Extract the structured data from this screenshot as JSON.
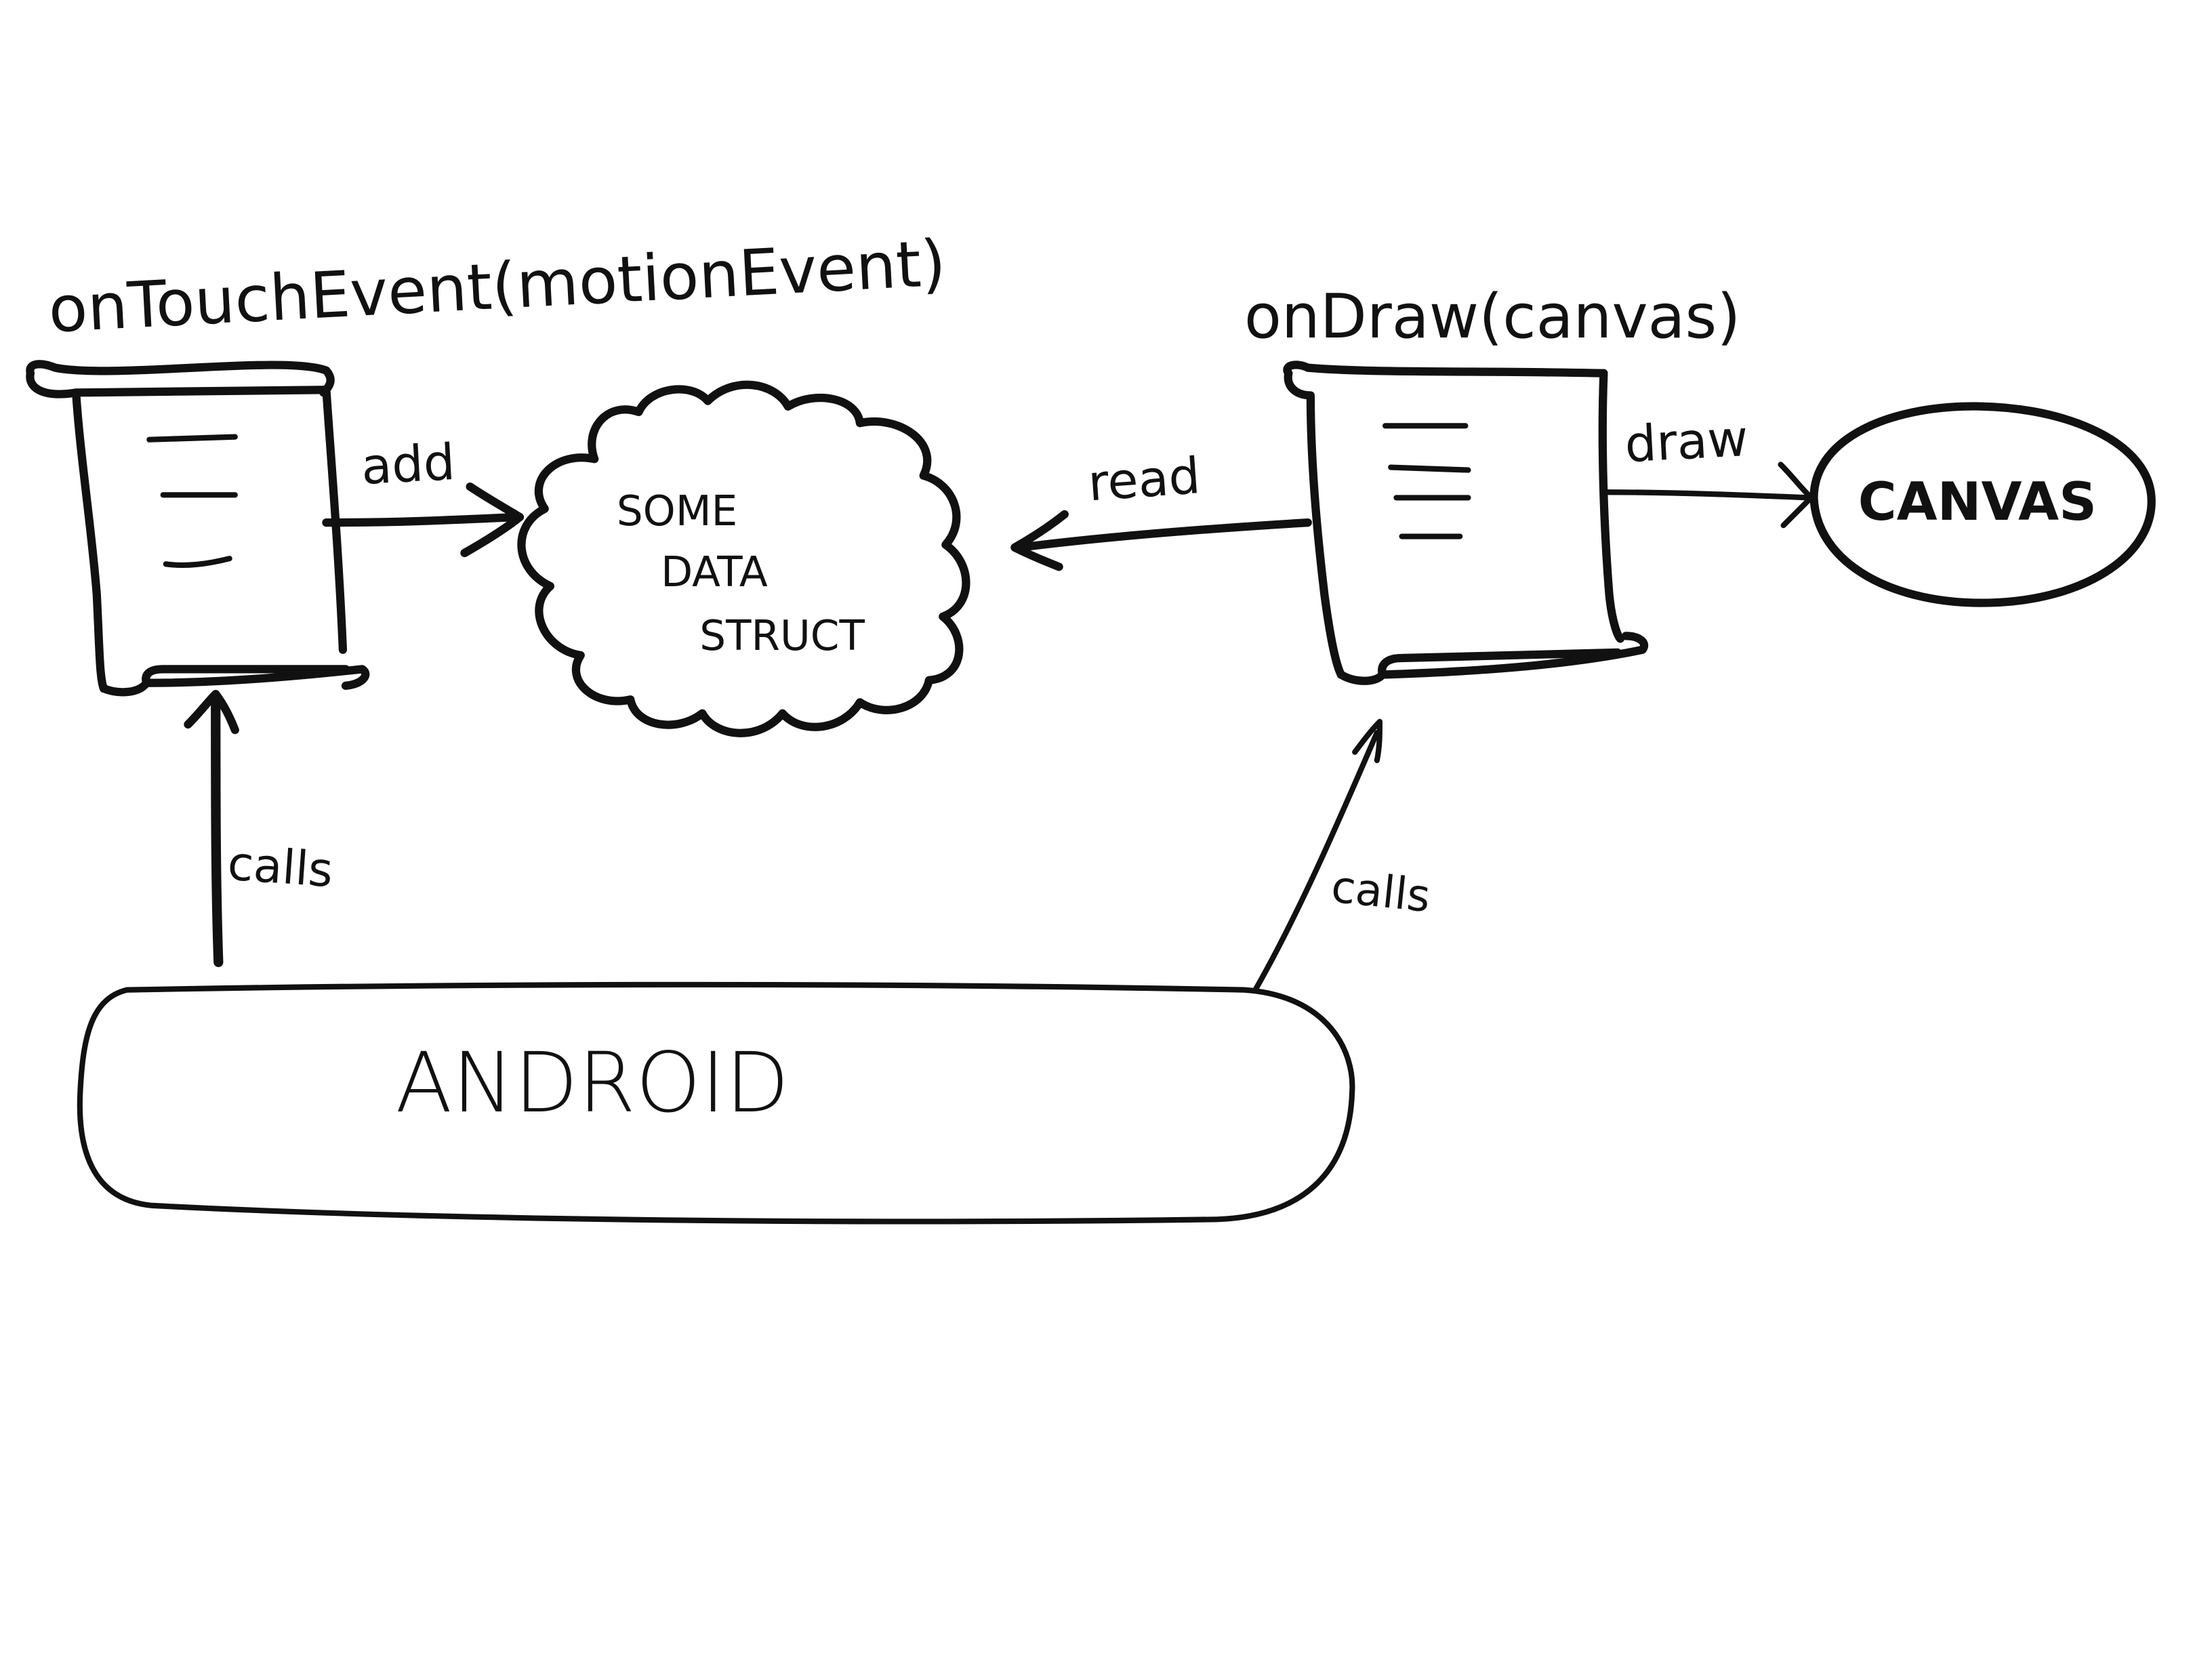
{
  "diagram": {
    "labels": {
      "on_touch_event": "onTouchEvent(motionEvent)",
      "on_draw": "onDraw(canvas)",
      "data_struct_line1": "SOME",
      "data_struct_line2": "DATA",
      "data_struct_line3": "STRUCT",
      "canvas": "CANVAS",
      "android": "ANDROID"
    },
    "edges": {
      "add": "add",
      "read": "read",
      "draw": "draw",
      "calls_left": "calls",
      "calls_right": "calls"
    }
  },
  "colors": {
    "ink": "#111111",
    "paper": "#ffffff"
  }
}
